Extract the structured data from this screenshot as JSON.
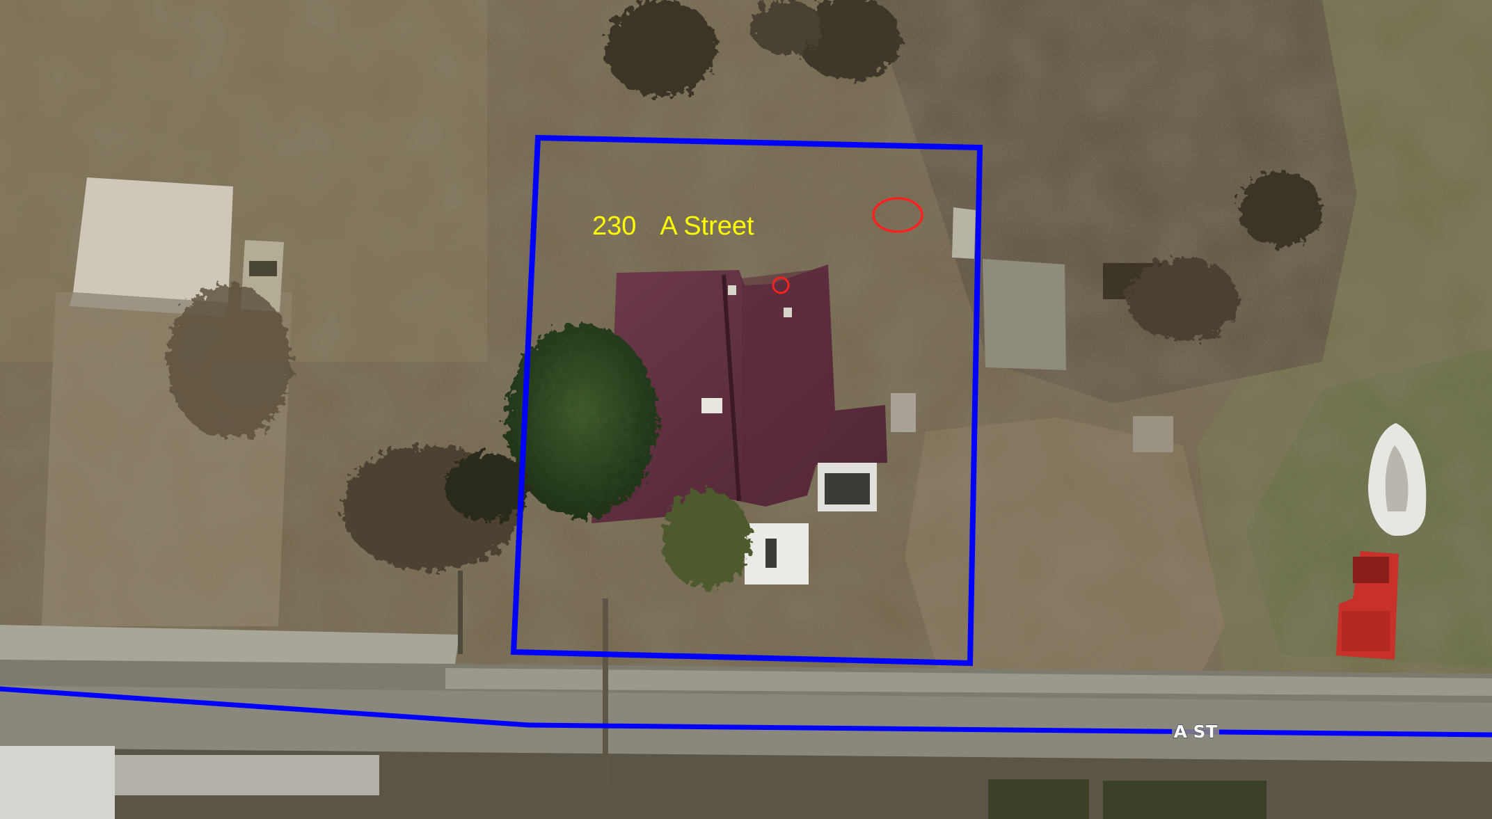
{
  "map": {
    "view": "aerial",
    "parcel": {
      "address_number": "230",
      "address_street": "A Street",
      "outline_color": "#0000ff"
    },
    "street": {
      "name": "A ST",
      "line_color": "#0000ff"
    },
    "markers": [
      {
        "name": "marked-area-yard",
        "shape": "ellipse",
        "color": "#ff2020"
      },
      {
        "name": "marked-point-roof",
        "shape": "circle",
        "color": "#ff2020"
      }
    ],
    "label_color": "#ffff00"
  }
}
